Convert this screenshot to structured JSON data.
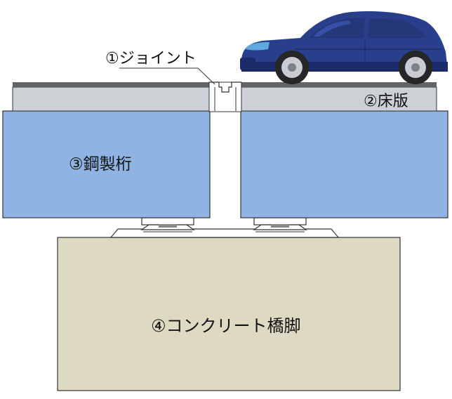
{
  "diagram": {
    "labels": {
      "joint": "①ジョイント",
      "deck": "②床版",
      "girder": "③鋼製桁",
      "pier": "④コンクリート橋脚"
    },
    "colors": {
      "girder_fill": "#8fb3e2",
      "deck_fill": "#cdd1d6",
      "pavement": "#5f6469",
      "pier_fill": "#ddd9c3",
      "car_body": "#2a3f8c",
      "car_shadow": "#1c2c6a",
      "tire": "#262626",
      "wheel": "#c9ccd2",
      "outline": "#333333"
    },
    "icons": {
      "car": "car-icon"
    }
  }
}
